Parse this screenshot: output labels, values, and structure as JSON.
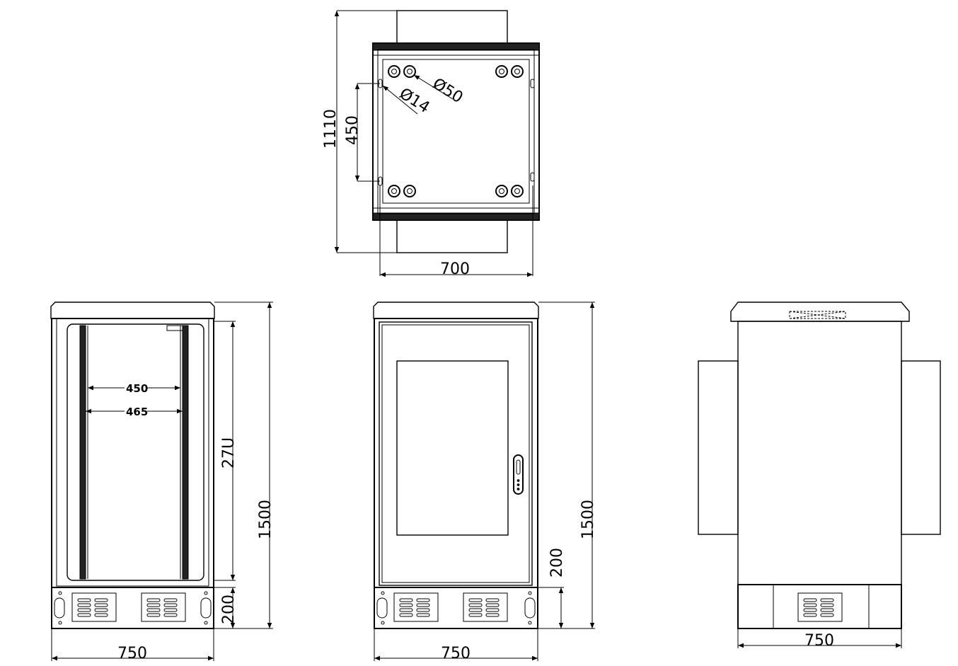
{
  "top_view": {
    "depth_dim": "1110",
    "mount_spacing_dim": "450",
    "hole_large": "Ø50",
    "hole_small": "Ø14",
    "width_dim": "700"
  },
  "front_open_view": {
    "rail_inner_dim": "450",
    "rail_outer_dim": "465",
    "rack_units": "27U",
    "height_dim": "1500",
    "plinth_dim": "200",
    "width_dim": "750"
  },
  "front_door_view": {
    "height_dim": "1500",
    "plinth_dim": "200",
    "width_dim": "750"
  },
  "side_view": {
    "width_dim": "750"
  }
}
